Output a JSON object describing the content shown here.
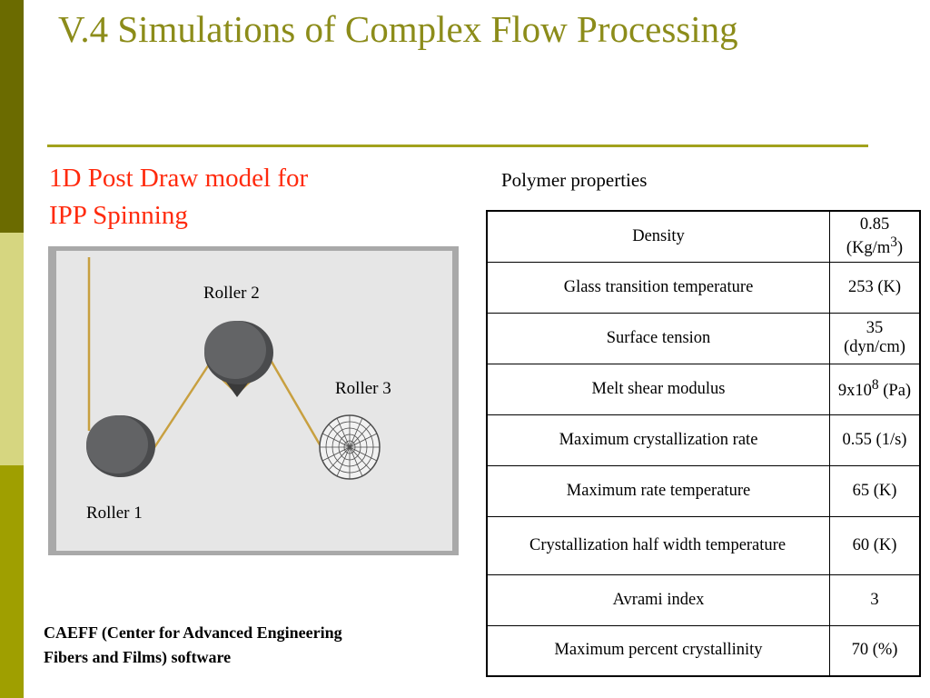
{
  "title": "V.4 Simulations of Complex Flow Processing",
  "subtitle": {
    "line1": "1D Post Draw model for",
    "line2": "IPP Spinning"
  },
  "table_caption": "Polymer properties",
  "figure": {
    "roller1": "Roller 1",
    "roller2": "Roller 2",
    "roller3": "Roller 3"
  },
  "credit": {
    "line1": "CAEFF (Center for Advanced Engineering",
    "line2": "Fibers and Films) software"
  },
  "properties": [
    {
      "name": "Density",
      "value": "0.85 (Kg/m",
      "sup": "3",
      "value_tail": ")"
    },
    {
      "name": "Glass transition temperature",
      "value": "253 (K)"
    },
    {
      "name": "Surface tension",
      "value": "35 (dyn/cm)"
    },
    {
      "name": "Melt shear modulus",
      "value": "9x10",
      "sup": "8",
      "value_tail": " (Pa)"
    },
    {
      "name": "Maximum crystallization rate",
      "value": "0.55 (1/s)"
    },
    {
      "name": "Maximum rate temperature",
      "value": "65 (K)"
    },
    {
      "name": "Crystallization half width temperature",
      "value": "60 (K)"
    },
    {
      "name": "Avrami index",
      "value": "3"
    },
    {
      "name": "Maximum percent crystallinity",
      "value": "70 (%)"
    }
  ],
  "colors": {
    "title": "#8c8c1a",
    "subtitle": "#ff2a0d",
    "sidebar_dark": "#6b6b00",
    "sidebar_light": "#d6d680",
    "sidebar_mid": "#9f9f00",
    "fiber": "#c8a040",
    "roller": "#5f6062"
  }
}
